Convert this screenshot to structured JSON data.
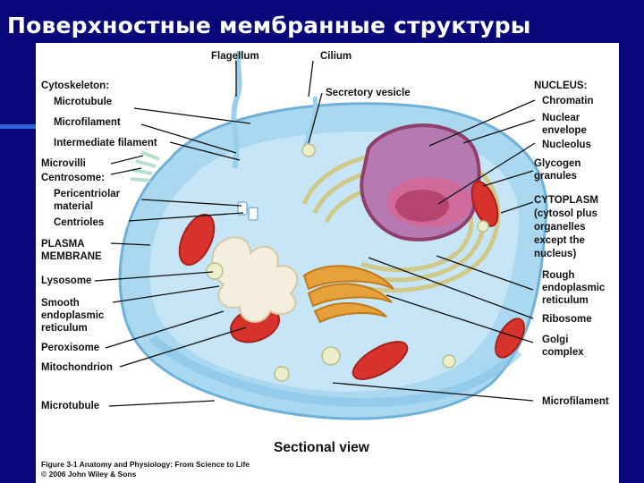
{
  "slide": {
    "title": "Поверхностные мембранные структуры"
  },
  "colors": {
    "background": "#08087a",
    "panel": "#ffffff",
    "accent_line": "#2a62d8"
  },
  "labels": {
    "left": {
      "cytoskeleton": "Cytoskeleton:",
      "microtubule_top": "Microtubule",
      "microfilament_left": "Microfilament",
      "intermediate_filament": "Intermediate filament",
      "microvilli": "Microvilli",
      "centrosome": "Centrosome:",
      "pericentriolar_1": "Pericentriolar",
      "pericentriolar_2": "material",
      "centrioles": "Centrioles",
      "plasma_membrane_1": "PLASMA",
      "plasma_membrane_2": "MEMBRANE",
      "lysosome": "Lysosome",
      "smooth_er_1": "Smooth",
      "smooth_er_2": "endoplasmic",
      "smooth_er_3": "reticulum",
      "peroxisome": "Peroxisome",
      "mitochondrion": "Mitochondrion",
      "microtubule_bottom": "Microtubule"
    },
    "top": {
      "flagellum": "Flagellum",
      "cilium": "Cilium",
      "secretory_vesicle": "Secretory vesicle"
    },
    "right": {
      "nucleus": "NUCLEUS:",
      "chromatin": "Chromatin",
      "nuclear_envelope_1": "Nuclear",
      "nuclear_envelope_2": "envelope",
      "nucleolus": "Nucleolus",
      "glycogen_1": "Glycogen",
      "glycogen_2": "granules",
      "cytoplasm_1": "CYTOPLASM",
      "cytoplasm_2": "(cytosol plus",
      "cytoplasm_3": "organelles",
      "cytoplasm_4": "except the",
      "cytoplasm_5": "nucleus)",
      "rough_er_1": "Rough",
      "rough_er_2": "endoplasmic",
      "rough_er_3": "reticulum",
      "ribosome": "Ribosome",
      "golgi_1": "Golgi",
      "golgi_2": "complex",
      "microfilament_right": "Microfilament"
    }
  },
  "view_label": "Sectional view",
  "caption": {
    "figure": "Figure 3-1  Anatomy and Physiology: From Science to Life",
    "copyright": "© 2006 John Wiley & Sons"
  }
}
